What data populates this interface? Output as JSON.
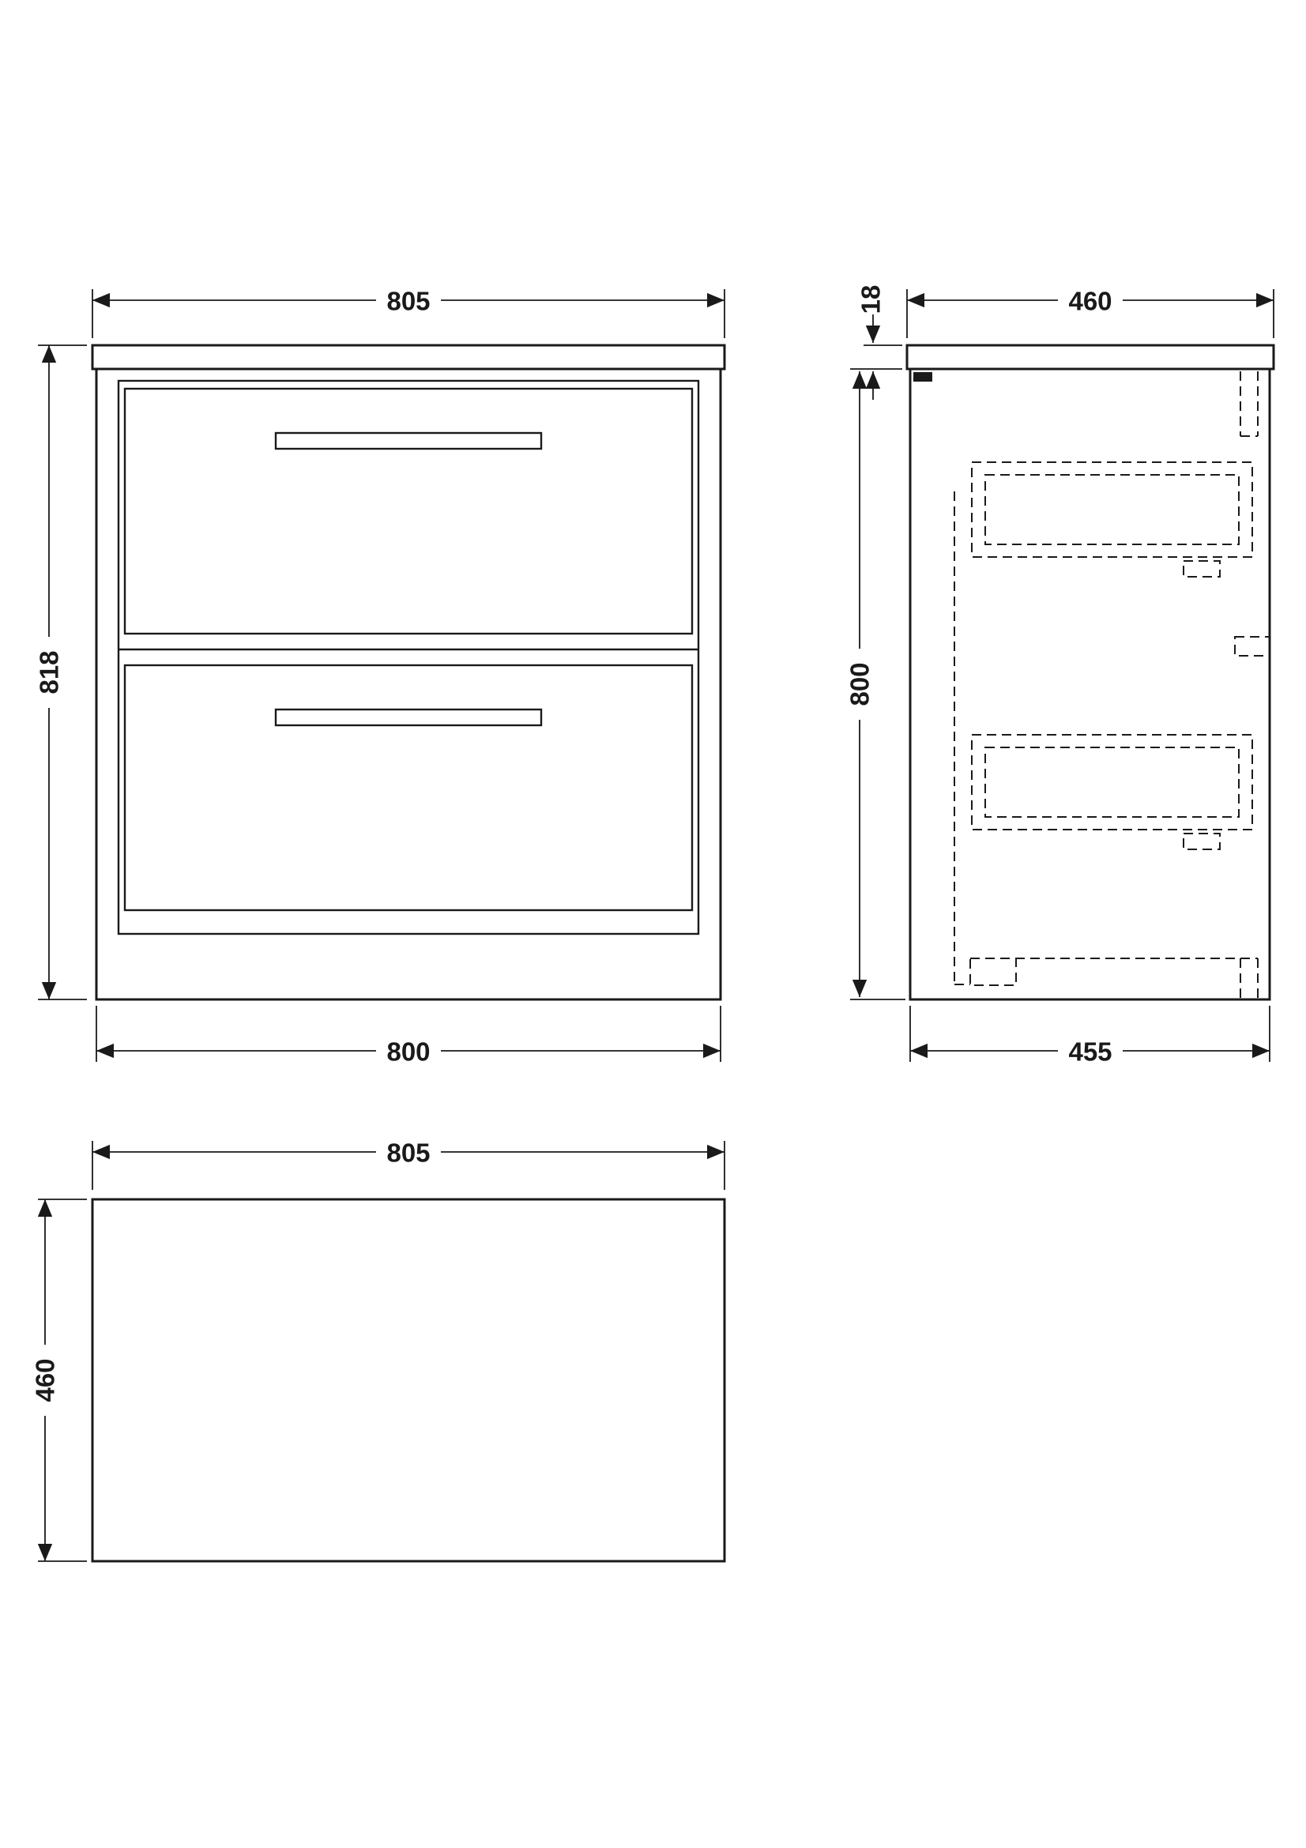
{
  "views": {
    "front": {
      "width_top": "805",
      "height": "818",
      "width_bottom": "800"
    },
    "side": {
      "depth_top": "460",
      "counter_thickness": "18",
      "height": "800",
      "depth_bottom": "455"
    },
    "plan": {
      "width": "805",
      "depth": "460"
    }
  },
  "colors": {
    "line": "#1a1a1a",
    "background": "#ffffff"
  }
}
